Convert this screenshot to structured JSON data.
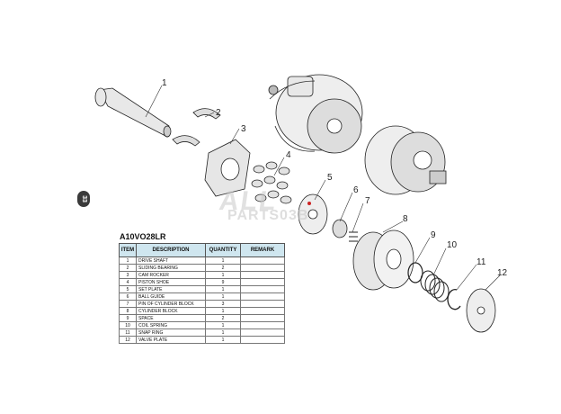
{
  "page_tab": "33",
  "watermark": {
    "line1": "ALL",
    "line2": "PARTS03B"
  },
  "model": "A10VO28LR",
  "table": {
    "headers": [
      "ITEM",
      "DESCRIPTION",
      "QUANTITY",
      "REMARK"
    ],
    "rows": [
      {
        "item": "1",
        "description": "DRIVE SHAFT",
        "quantity": "1",
        "remark": ""
      },
      {
        "item": "2",
        "description": "SLIDING BEARING",
        "quantity": "2",
        "remark": ""
      },
      {
        "item": "3",
        "description": "CAM ROCKER",
        "quantity": "1",
        "remark": ""
      },
      {
        "item": "4",
        "description": "PISTON SHOE",
        "quantity": "9",
        "remark": ""
      },
      {
        "item": "5",
        "description": "SET PLATE",
        "quantity": "1",
        "remark": ""
      },
      {
        "item": "6",
        "description": "BALL GUIDE",
        "quantity": "1",
        "remark": ""
      },
      {
        "item": "7",
        "description": "PIN OF CYLINDER BLOCK",
        "quantity": "3",
        "remark": ""
      },
      {
        "item": "8",
        "description": "CYLINDER BLOCK",
        "quantity": "1",
        "remark": ""
      },
      {
        "item": "9",
        "description": "SPACE",
        "quantity": "2",
        "remark": ""
      },
      {
        "item": "10",
        "description": "COIL SPRING",
        "quantity": "1",
        "remark": ""
      },
      {
        "item": "11",
        "description": "SNAP RING",
        "quantity": "1",
        "remark": ""
      },
      {
        "item": "12",
        "description": "VALVE PLATE",
        "quantity": "1",
        "remark": ""
      }
    ]
  },
  "callouts": [
    "1",
    "2",
    "3",
    "4",
    "5",
    "6",
    "7",
    "8",
    "9",
    "10",
    "11",
    "12"
  ]
}
